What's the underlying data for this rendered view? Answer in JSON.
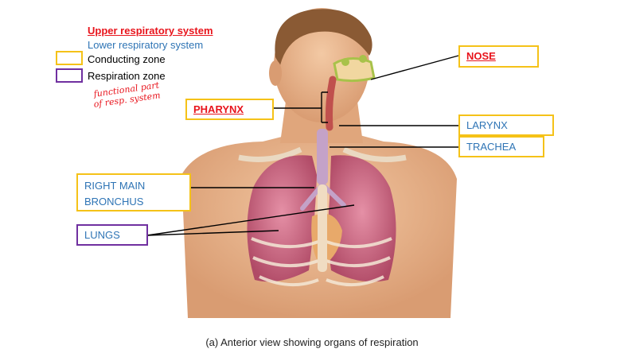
{
  "legend": {
    "upper": {
      "text": "Upper respiratory system",
      "color": "#e8141c"
    },
    "lower": {
      "text": "Lower respiratory system",
      "color": "#2e74b5"
    },
    "conducting": {
      "text": "Conducting zone",
      "box_color": "#f5c218"
    },
    "respiration": {
      "text": "Respiration zone",
      "box_color": "#7030a0"
    }
  },
  "annotation": {
    "line1": "functional part",
    "line2": "of resp. system"
  },
  "labels": {
    "nose": "NOSE",
    "pharynx": "PHARYNX",
    "larynx": "LARYNX",
    "trachea": "TRACHEA",
    "bronchus_line1": "RIGHT MAIN",
    "bronchus_line2": "BRONCHUS",
    "lungs": "LUNGS"
  },
  "caption": "(a) Anterior view showing organs of respiration",
  "colors": {
    "upper_red": "#e8141c",
    "lower_blue": "#2e74b5",
    "conducting_yellow": "#f5c218",
    "respiration_purple": "#7030a0",
    "skin": "#e8b68e",
    "lung": "#c9607a"
  }
}
